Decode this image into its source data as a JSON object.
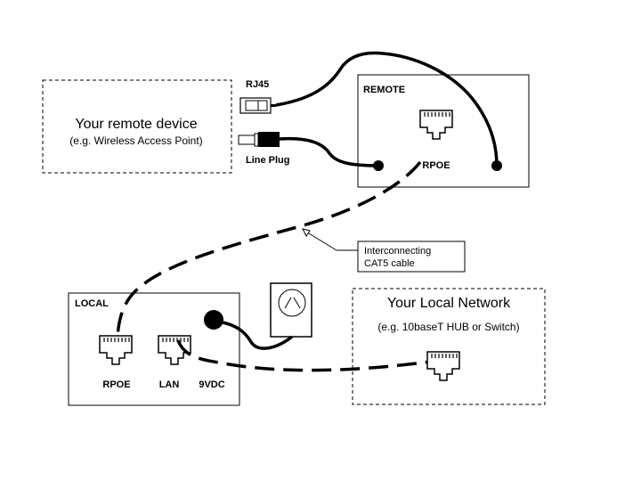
{
  "remote_device": {
    "title": "Your remote device",
    "subtitle": "(e.g. Wireless Access Point)"
  },
  "connectors": {
    "rj45_label": "RJ45",
    "line_plug_label": "Line Plug"
  },
  "remote_box": {
    "title": "REMOTE",
    "port_label": "RPOE"
  },
  "callout": {
    "line1": "Interconnecting",
    "line2": "CAT5 cable"
  },
  "local_box": {
    "title": "LOCAL",
    "rpoe_label": "RPOE",
    "lan_label": "LAN",
    "power_label": "9VDC"
  },
  "local_network": {
    "title": "Your Local Network",
    "subtitle": "(e.g. 10baseT HUB or Switch)"
  }
}
